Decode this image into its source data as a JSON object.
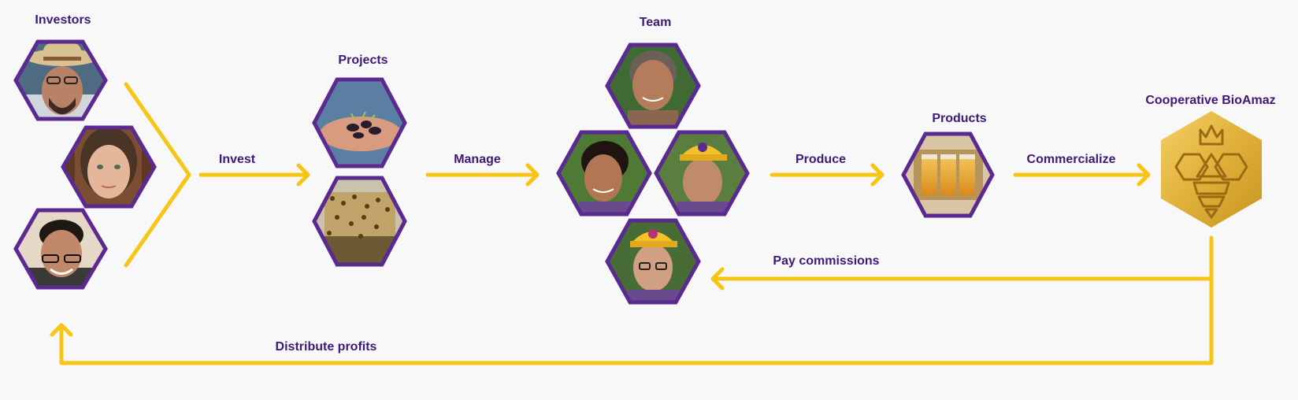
{
  "labels": {
    "investors": "Investors",
    "projects": "Projects",
    "team": "Team",
    "products": "Products",
    "cooperative": "Cooperative BioAmaz",
    "invest": "Invest",
    "manage": "Manage",
    "produce": "Produce",
    "commercialize": "Commercialize",
    "pay_commissions": "Pay commissions",
    "distribute_profits": "Distribute profits"
  },
  "photos": {
    "investors": [
      "investor-straw-hat-man",
      "investor-woman",
      "investor-glasses-man"
    ],
    "projects": [
      "hands-holding-seeds",
      "bee-hive-frame"
    ],
    "team": [
      "elder-woman",
      "woman-smiling",
      "woman-yellow-cap",
      "woman-pink-cap-glasses"
    ],
    "products": [
      "honey-jars"
    ],
    "cooperative": "bioamaz-bee-logo"
  },
  "colors": {
    "arrow": "#f7c516",
    "hex_border": "#5b2a91",
    "label_text": "#3d1a78",
    "logo_gold": "#e3b53a",
    "background": "#f9f8f8"
  }
}
